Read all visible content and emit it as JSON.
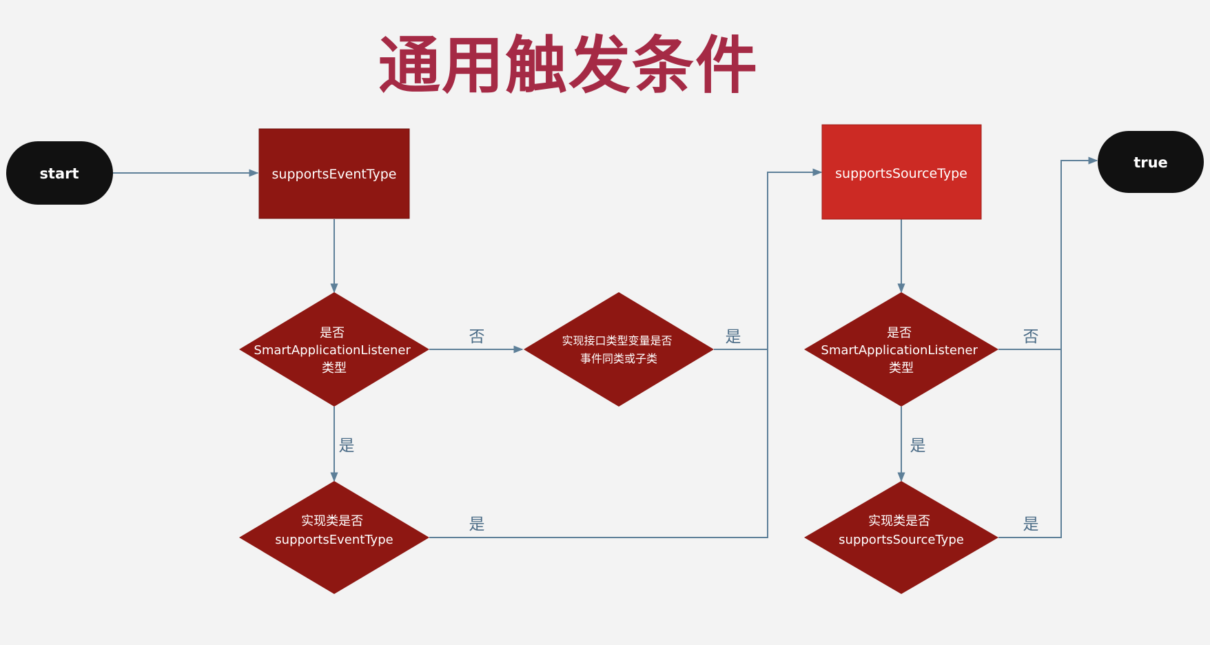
{
  "title": "通用触发条件",
  "colors": {
    "background": "#f3f3f3",
    "title": "#a52a45",
    "process_dark": "#8e1712",
    "process_bright": "#cc2a24",
    "decision": "#8e1712",
    "terminal": "#111111",
    "connector": "#5d7f98",
    "edge_label": "#4a6b86"
  },
  "nodes": {
    "start": "start",
    "supports_event_type": "supportsEventType",
    "decision_smart_1": [
      "是否",
      "SmartApplicationListener",
      "类型"
    ],
    "decision_event_type_impl": [
      "实现类是否",
      "supportsEventType"
    ],
    "decision_interface_type": [
      "实现接口类型变量是否",
      "事件同类或子类"
    ],
    "supports_source_type": "supportsSourceType",
    "decision_smart_2": [
      "是否",
      "SmartApplicationListener",
      "类型"
    ],
    "decision_source_type_impl": [
      "实现类是否",
      "supportsSourceType"
    ],
    "true": "true"
  },
  "edge_labels": {
    "smart1_no": "否",
    "smart1_yes": "是",
    "interface_yes": "是",
    "event_impl_yes": "是",
    "smart2_no": "否",
    "smart2_yes": "是",
    "source_impl_yes": "是"
  }
}
